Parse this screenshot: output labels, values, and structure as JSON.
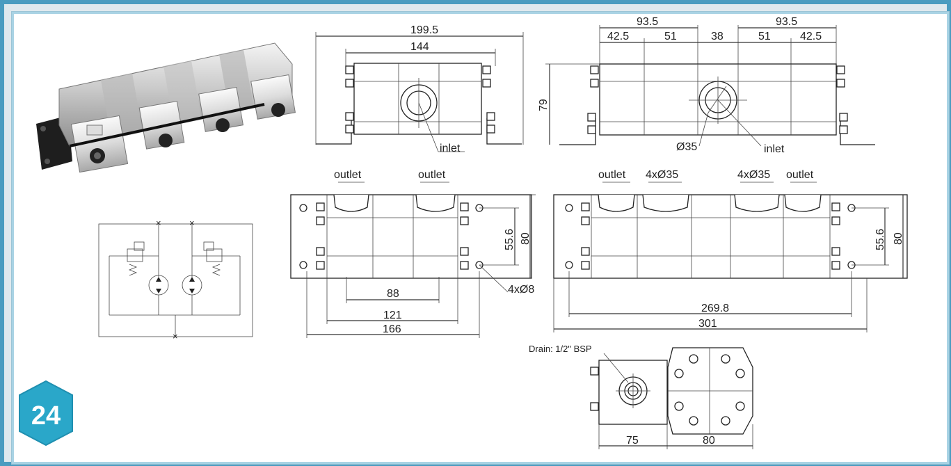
{
  "badge": {
    "text": "24",
    "color": "#2aa7c9"
  },
  "top_front_view": {
    "overall_width": "199.5",
    "body_width": "144",
    "port_label": "inlet"
  },
  "top_side_view": {
    "top_dims": [
      "93.5",
      "93.5"
    ],
    "segment_dims": [
      "42.5",
      "51",
      "38",
      "51",
      "42.5"
    ],
    "height": "79",
    "inlet_dia": "Ø35",
    "port_label": "inlet"
  },
  "mid_left_view": {
    "outlet_labels": [
      "outlet",
      "outlet"
    ],
    "mount_spacing": "55.6",
    "height": "80",
    "hole_spec": "4xØ8",
    "dims_bottom": [
      "88",
      "121",
      "166"
    ]
  },
  "mid_right_view": {
    "top_labels": [
      "outlet",
      "4xØ35",
      "4xØ35",
      "outlet"
    ],
    "mount_spacing": "55.6",
    "height": "80",
    "dims_bottom": [
      "269.8",
      "301"
    ]
  },
  "bottom_view": {
    "drain_label": "Drain: 1/2\" BSP",
    "dims_bottom": [
      "75",
      "80"
    ]
  },
  "colors": {
    "frame": "#4a9cc0",
    "badge": "#2aa7c9"
  }
}
